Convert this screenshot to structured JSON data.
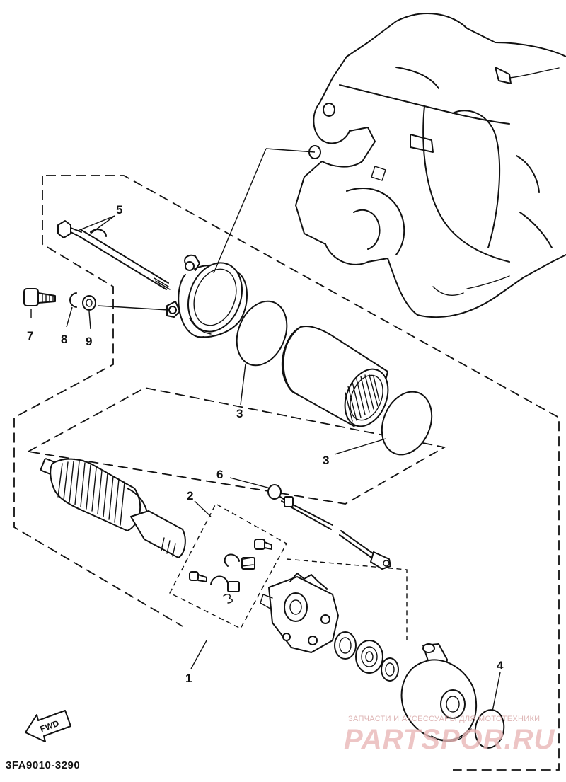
{
  "callouts": {
    "c1": "1",
    "c2": "2",
    "c3a": "3",
    "c3b": "3",
    "c4": "4",
    "c5": "5",
    "c6": "6",
    "c7": "7",
    "c8": "8",
    "c9": "9"
  },
  "fwd_label": "FWD",
  "diagram_code": "3FA9010-3290",
  "watermark": {
    "tagline": "ЗАПЧАСТИ И АКСЕССУАРЫ ДЛЯ МОТОТЕХНИКИ",
    "brand": "PARTSPOR.RU"
  }
}
